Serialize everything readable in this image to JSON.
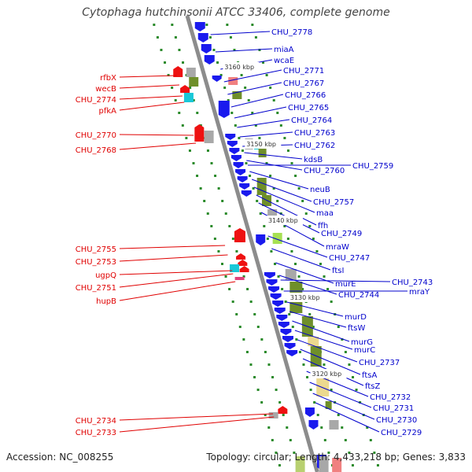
{
  "title": "Cytophaga hutchinsonii ATCC 33406, complete genome",
  "footer": {
    "accession": "Accession: NC_008255",
    "summary": "Topology: circular; Length: 4,433,218 bp; Genes: 3,833"
  },
  "colors": {
    "backbone": "#8c8c8c",
    "left_label": "#e00000",
    "right_label": "#0000cc",
    "tick": "#2a8a2a",
    "gene_blue": "#1a1aee",
    "gene_red": "#ee1111",
    "gene_olive": "#6f8f2a",
    "gene_cyan": "#18c8d8",
    "gene_pink": "#e0407a",
    "gene_grey": "#a8a8a8",
    "gene_light": "#ecd98f",
    "gene_lime": "#a6e052"
  },
  "scale_labels": [
    {
      "text": "3160 kbp"
    },
    {
      "text": "3150 kbp"
    },
    {
      "text": "3140 kbp"
    },
    {
      "text": "3130 kbp"
    },
    {
      "text": "3120 kbp"
    }
  ],
  "left_labels": [
    "rfbX",
    "wecB",
    "CHU_2774",
    "pfkA",
    "CHU_2770",
    "CHU_2768",
    "CHU_2755",
    "CHU_2753",
    "ugpQ",
    "CHU_2751",
    "hupB",
    "CHU_2734",
    "CHU_2733"
  ],
  "right_labels": [
    "CHU_2778",
    "miaA",
    "wcaE",
    "CHU_2771",
    "CHU_2767",
    "CHU_2766",
    "CHU_2765",
    "CHU_2764",
    "CHU_2763",
    "CHU_2762",
    "kdsB",
    "CHU_2760",
    "CHU_2759",
    "neuB",
    "CHU_2757",
    "maa",
    "ffh",
    "CHU_2749",
    "mraW",
    "CHU_2747",
    "ftsI",
    "murE",
    "CHU_2744",
    "CHU_2743",
    "mraY",
    "murD",
    "ftsW",
    "murG",
    "murC",
    "CHU_2737",
    "ftsA",
    "ftsZ",
    "CHU_2732",
    "CHU_2731",
    "CHU_2730",
    "CHU_2729"
  ]
}
